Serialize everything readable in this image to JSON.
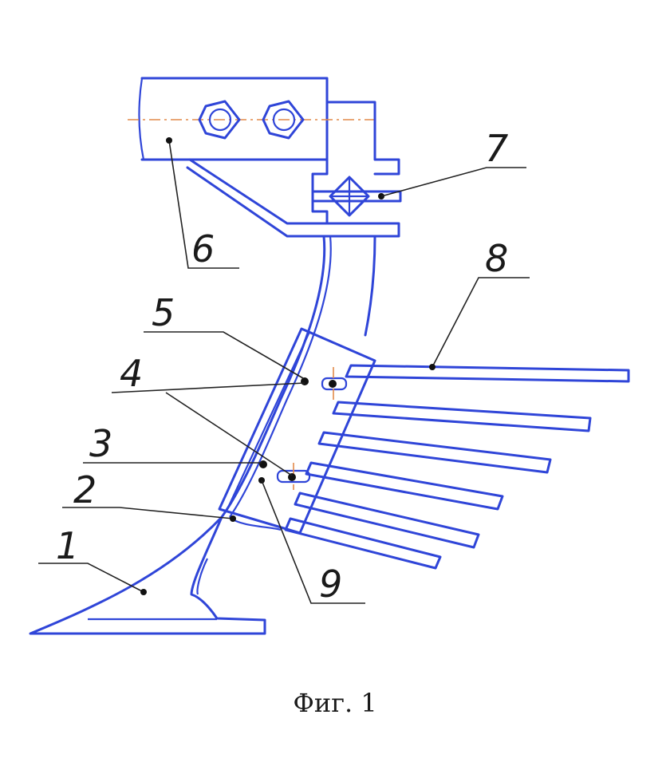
{
  "caption": "Фиг. 1",
  "labels": [
    {
      "id": "1",
      "text": "1"
    },
    {
      "id": "2",
      "text": "2"
    },
    {
      "id": "3",
      "text": "3"
    },
    {
      "id": "4",
      "text": "4"
    },
    {
      "id": "5",
      "text": "5"
    },
    {
      "id": "6",
      "text": "6"
    },
    {
      "id": "7",
      "text": "7"
    },
    {
      "id": "8",
      "text": "8"
    },
    {
      "id": "9",
      "text": "9"
    }
  ],
  "colors": {
    "outline": "#2f45d8",
    "axis": "#e28a4a",
    "leader": "#222222"
  }
}
